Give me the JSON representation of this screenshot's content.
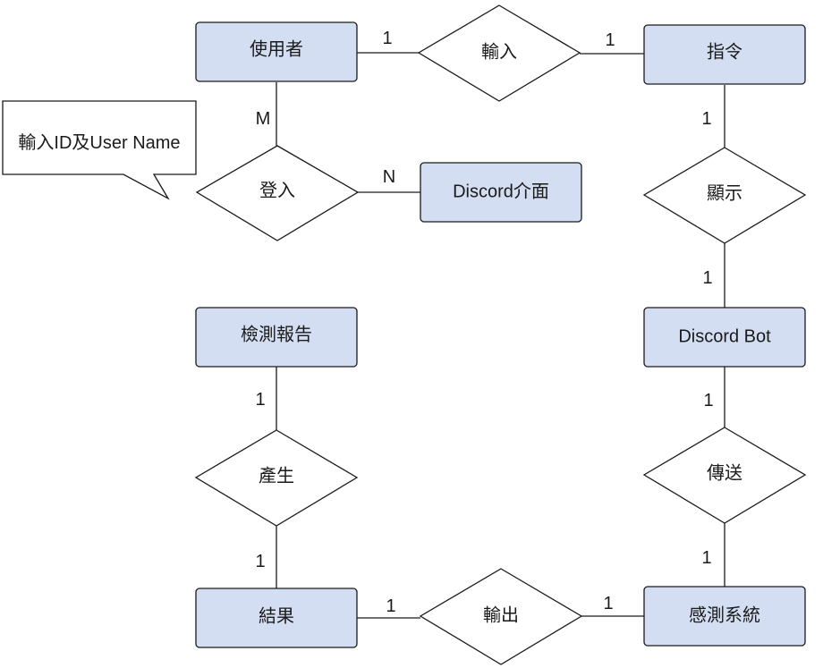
{
  "colors": {
    "entity_fill": "#d4def2",
    "stroke": "#1a1a1a",
    "background": "#ffffff"
  },
  "entities": {
    "user": "使用者",
    "command": "指令",
    "discord_ui": "Discord介面",
    "report": "檢測報告",
    "bot": "Discord Bot",
    "result": "結果",
    "system": "感測系統"
  },
  "relationships": {
    "input": "輸入",
    "login": "登入",
    "display": "顯示",
    "generate": "產生",
    "transmit": "傳送",
    "output": "輸出"
  },
  "cardinalities": {
    "user_input": "1",
    "input_command": "1",
    "user_login": "M",
    "login_ui": "N",
    "command_display": "1",
    "display_bot": "1",
    "report_generate": "1",
    "generate_result": "1",
    "bot_transmit": "1",
    "transmit_system": "1",
    "result_output": "1",
    "output_system": "1"
  },
  "callout": "輸入ID及User Name"
}
